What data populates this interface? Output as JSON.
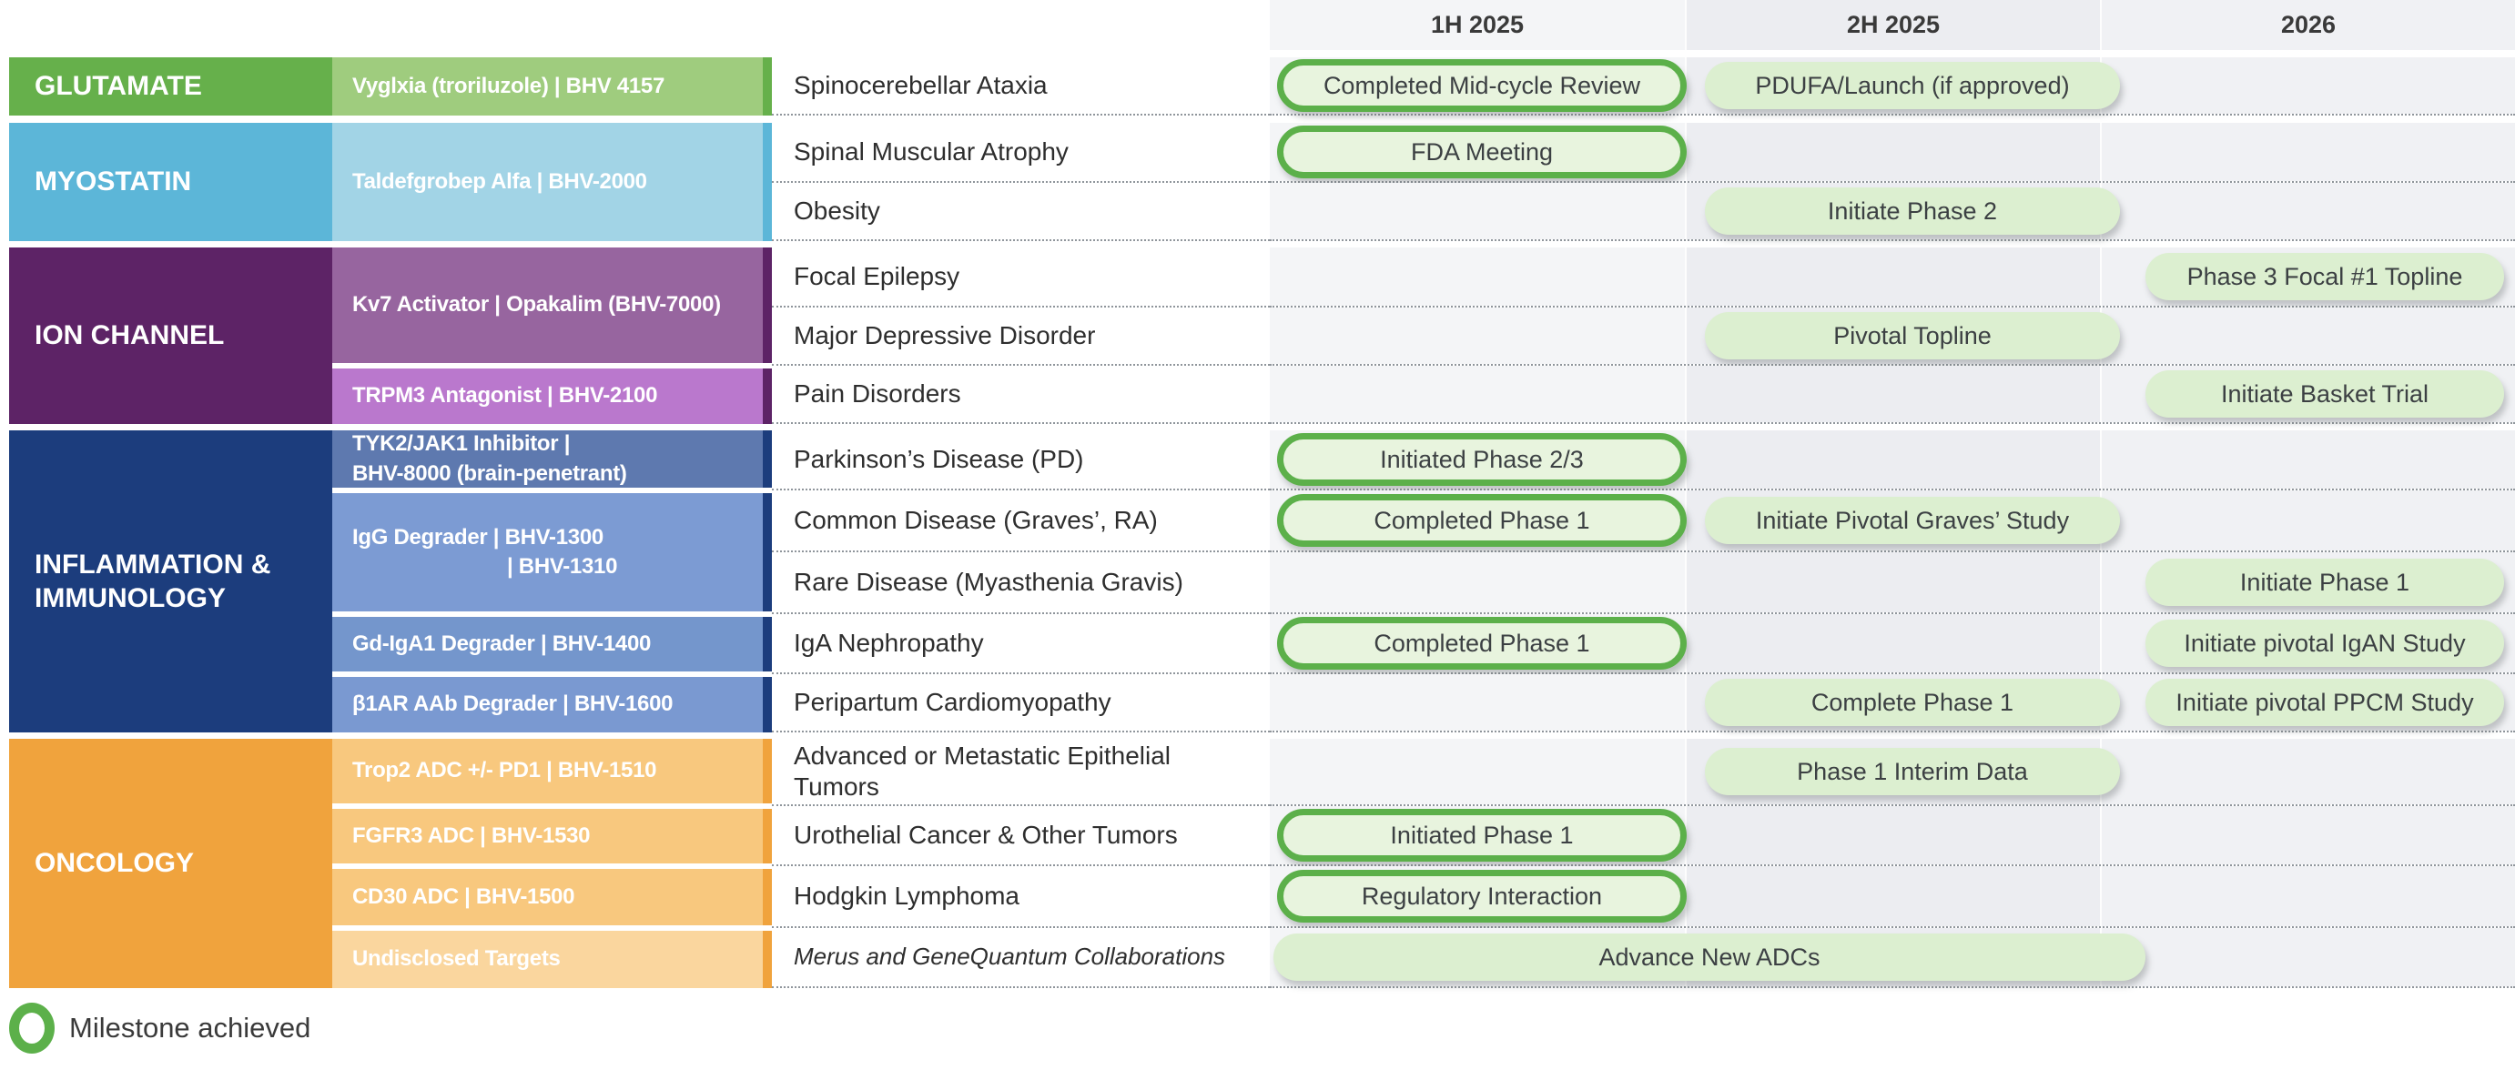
{
  "header": {
    "time_columns": [
      "1H 2025",
      "2H 2025",
      "2026"
    ]
  },
  "legend": {
    "milestone_achieved_label": "Milestone achieved"
  },
  "colors": {
    "glutamate": "#66b04b",
    "glutamate_drug": "#9fcc7e",
    "myostatin": "#5cb6d8",
    "myostatin_drug": "#a2d4e6",
    "ion_channel": "#5d2366",
    "kv7_drug": "#97659f",
    "trpm3_drug": "#ba78cd",
    "inflammation": "#1c3d7d",
    "tyk2_drug": "#5e79af",
    "igg_drug": "#7c9bd3",
    "gdiga1_drug": "#7496cc",
    "b1ar_drug": "#7a99d1",
    "oncology": "#f0a33d",
    "oncology_drug": "#f8c87e",
    "undisclosed_drug": "#fad69e",
    "pill_fill": "#dcefd0",
    "pill_achieved_fill": "#e8f4de",
    "pill_achieved_border": "#5cb04a",
    "column_1h": "#f4f5f7",
    "column_2h": "#ecedf1",
    "column_2026": "#f0f1f4"
  },
  "sections": [
    {
      "name": "GLUTAMATE",
      "programs": [
        {
          "drug_lines": [
            "Vyglxia (troriluzole) | BHV 4157"
          ],
          "rows": [
            {
              "indication": "Spinocerebellar Ataxia",
              "milestones": [
                {
                  "label": "Completed Mid-cycle Review",
                  "period": "1H 2025",
                  "achieved": true
                },
                {
                  "label": "PDUFA/Launch (if approved)",
                  "period": "2H 2025",
                  "achieved": false
                }
              ]
            }
          ]
        }
      ]
    },
    {
      "name": "MYOSTATIN",
      "programs": [
        {
          "drug_lines": [
            "Taldefgrobep Alfa | BHV-2000"
          ],
          "rows": [
            {
              "indication": "Spinal Muscular Atrophy",
              "milestones": [
                {
                  "label": "FDA Meeting",
                  "period": "1H 2025",
                  "achieved": true
                }
              ]
            },
            {
              "indication": "Obesity",
              "milestones": [
                {
                  "label": "Initiate Phase 2",
                  "period": "2H 2025",
                  "achieved": false
                }
              ]
            }
          ]
        }
      ]
    },
    {
      "name": "ION CHANNEL",
      "programs": [
        {
          "drug_lines": [
            "Kv7 Activator | Opakalim (BHV-7000)"
          ],
          "rows": [
            {
              "indication": "Focal Epilepsy",
              "milestones": [
                {
                  "label": "Phase 3 Focal #1 Topline",
                  "period": "2026",
                  "achieved": false
                }
              ]
            },
            {
              "indication": "Major Depressive Disorder",
              "milestones": [
                {
                  "label": "Pivotal Topline",
                  "period": "2H 2025",
                  "achieved": false
                }
              ]
            }
          ]
        },
        {
          "drug_lines": [
            "TRPM3 Antagonist | BHV-2100"
          ],
          "rows": [
            {
              "indication": "Pain Disorders",
              "milestones": [
                {
                  "label": "Initiate Basket Trial",
                  "period": "2026",
                  "achieved": false
                }
              ]
            }
          ]
        }
      ]
    },
    {
      "name": "INFLAMMATION & IMMUNOLOGY",
      "programs": [
        {
          "drug_lines": [
            "TYK2/JAK1 Inhibitor  |",
            "BHV-8000 (brain-penetrant)"
          ],
          "rows": [
            {
              "indication": "Parkinson’s Disease (PD)",
              "milestones": [
                {
                  "label": "Initiated Phase 2/3",
                  "period": "1H 2025",
                  "achieved": true
                }
              ]
            }
          ]
        },
        {
          "drug_lines": [
            "IgG Degrader |  BHV-1300",
            "| BHV-1310"
          ],
          "rows": [
            {
              "indication": "Common Disease (Graves’, RA)",
              "milestones": [
                {
                  "label": "Completed Phase 1",
                  "period": "1H 2025",
                  "achieved": true
                },
                {
                  "label": "Initiate Pivotal Graves’ Study",
                  "period": "2H 2025",
                  "achieved": false
                }
              ]
            },
            {
              "indication": "Rare Disease (Myasthenia Gravis)",
              "milestones": [
                {
                  "label": "Initiate Phase 1",
                  "period": "2026",
                  "achieved": false
                }
              ]
            }
          ]
        },
        {
          "drug_lines": [
            "Gd-IgA1 Degrader  |  BHV-1400"
          ],
          "rows": [
            {
              "indication": "IgA Nephropathy",
              "milestones": [
                {
                  "label": "Completed Phase 1",
                  "period": "1H 2025",
                  "achieved": true
                },
                {
                  "label": "Initiate pivotal IgAN Study",
                  "period": "2026",
                  "achieved": false
                }
              ]
            }
          ]
        },
        {
          "drug_lines": [
            "β1AR AAb Degrader  | BHV-1600"
          ],
          "rows": [
            {
              "indication": "Peripartum Cardiomyopathy",
              "milestones": [
                {
                  "label": "Complete Phase 1",
                  "period": "2H 2025",
                  "achieved": false
                },
                {
                  "label": "Initiate pivotal PPCM Study",
                  "period": "2026",
                  "achieved": false
                }
              ]
            }
          ]
        }
      ]
    },
    {
      "name": "ONCOLOGY",
      "programs": [
        {
          "drug_lines": [
            "Trop2 ADC +/- PD1 | BHV-1510"
          ],
          "rows": [
            {
              "indication": "Advanced or Metastatic Epithelial Tumors",
              "milestones": [
                {
                  "label": "Phase 1 Interim Data",
                  "period": "2H 2025",
                  "achieved": false
                }
              ]
            }
          ]
        },
        {
          "drug_lines": [
            "FGFR3  ADC | BHV-1530"
          ],
          "rows": [
            {
              "indication": "Urothelial Cancer & Other Tumors",
              "milestones": [
                {
                  "label": "Initiated Phase 1",
                  "period": "1H 2025",
                  "achieved": true
                }
              ]
            }
          ]
        },
        {
          "drug_lines": [
            "CD30 ADC | BHV-1500"
          ],
          "rows": [
            {
              "indication": "Hodgkin Lymphoma",
              "milestones": [
                {
                  "label": "Regulatory Interaction",
                  "period": "1H 2025",
                  "achieved": true
                }
              ]
            }
          ]
        },
        {
          "drug_lines": [
            "Undisclosed Targets"
          ],
          "rows": [
            {
              "indication": "Merus and GeneQuantum Collaborations",
              "milestones": [
                {
                  "label": "Advance New ADCs",
                  "period": "1H 2025 – 2H 2025",
                  "achieved": false
                }
              ]
            }
          ]
        }
      ]
    }
  ]
}
